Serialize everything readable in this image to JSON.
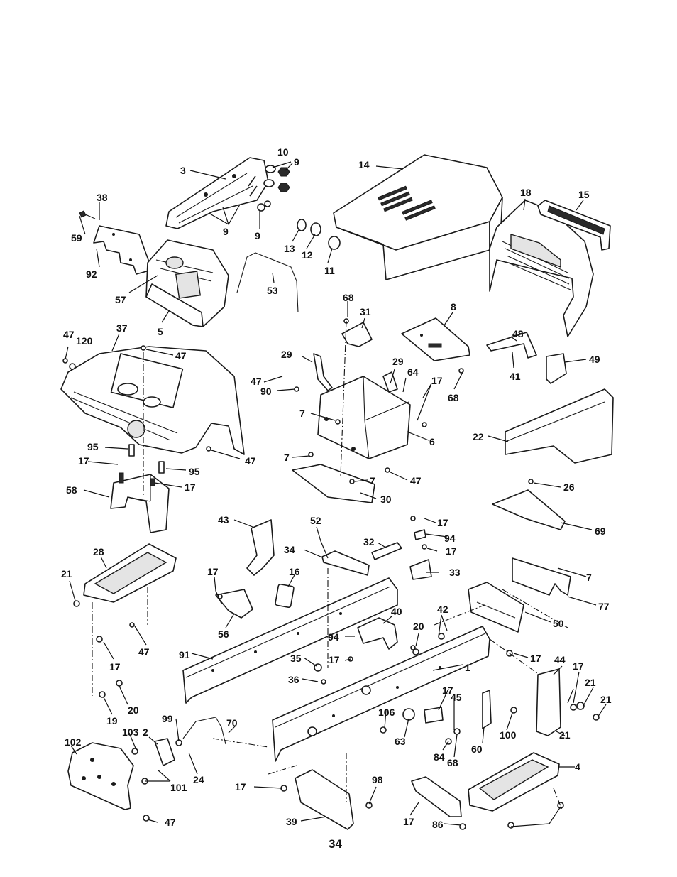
{
  "page_number": "34",
  "part_labels": [
    "10",
    "9",
    "3",
    "14",
    "18",
    "15",
    "38",
    "59",
    "92",
    "13",
    "12",
    "11",
    "9",
    "9",
    "57",
    "53",
    "5",
    "68",
    "31",
    "8",
    "48",
    "47",
    "120",
    "37",
    "47",
    "29",
    "41",
    "49",
    "47",
    "90",
    "29",
    "64",
    "17",
    "68",
    "7",
    "6",
    "22",
    "7",
    "95",
    "47",
    "17",
    "95",
    "30",
    "7",
    "47",
    "58",
    "17",
    "26",
    "69",
    "43",
    "52",
    "17",
    "94",
    "34",
    "32",
    "17",
    "33",
    "28",
    "16",
    "7",
    "77",
    "21",
    "17",
    "50",
    "56",
    "42",
    "94",
    "40",
    "20",
    "47",
    "91",
    "35",
    "17",
    "1",
    "17",
    "44",
    "17",
    "36",
    "21",
    "17",
    "21",
    "17",
    "45",
    "20",
    "19",
    "106",
    "21",
    "100",
    "99",
    "70",
    "63",
    "84",
    "60",
    "68",
    "103",
    "2",
    "102",
    "24",
    "4",
    "101",
    "17",
    "98",
    "39",
    "17",
    "86",
    "47"
  ]
}
